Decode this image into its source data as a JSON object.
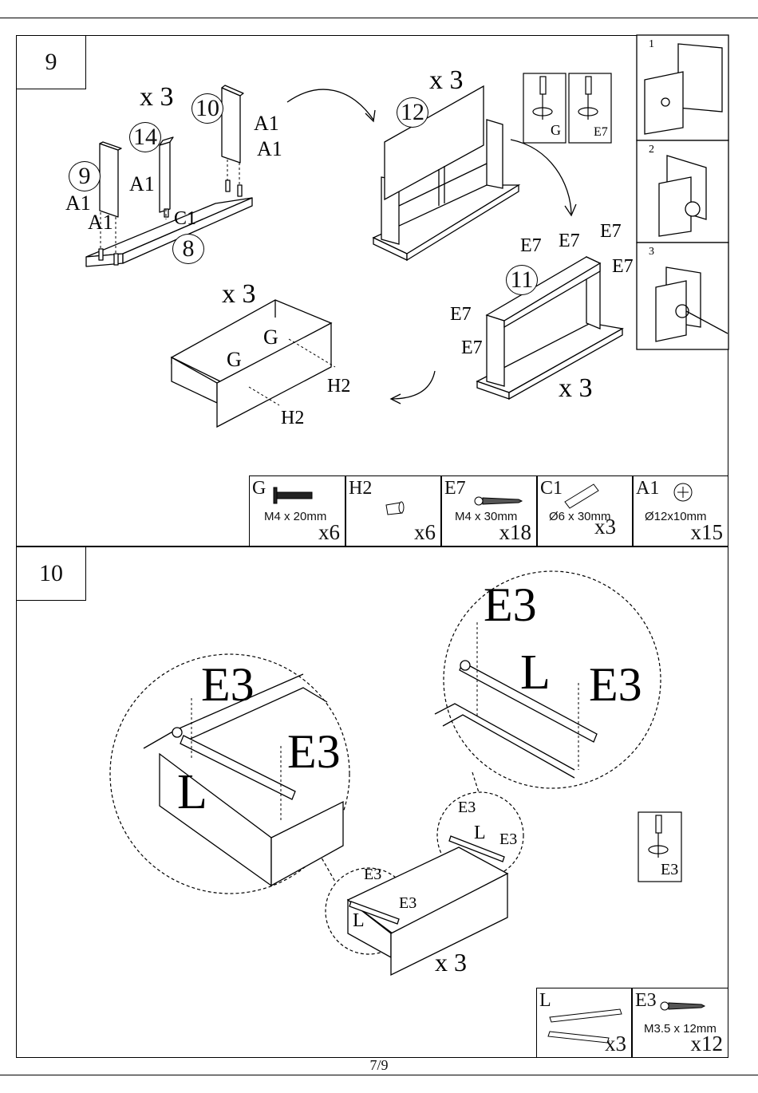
{
  "page_number": "7/9",
  "step9": {
    "number": "9",
    "groups": {
      "sides_multiplier": "x 3",
      "back_multiplier": "x 3",
      "frame_multiplier": "x 3",
      "drawer_multiplier": "x 3"
    },
    "part_callouts": {
      "p10": "10",
      "p14": "14",
      "p9": "9",
      "p8": "8",
      "p12": "12",
      "p11": "11"
    },
    "fitting_labels": {
      "a1_a": "A1",
      "a1_b": "A1",
      "a1_c": "A1",
      "a1_d": "A1",
      "a1_e": "A1",
      "c1": "C1",
      "e7_a": "E7",
      "e7_b": "E7",
      "e7_c": "E7",
      "e7_d": "E7",
      "e7_e": "E7",
      "e7_f": "E7",
      "g_a": "G",
      "g_b": "G",
      "h2_a": "H2",
      "h2_b": "H2"
    },
    "tool_labels": {
      "tool_g": "G",
      "tool_e7": "E7"
    },
    "detail_panels": {
      "d1": "1",
      "d2": "2",
      "d3": "3"
    },
    "hardware": [
      {
        "code": "G",
        "spec": "M4 x 20mm",
        "qty": "x6"
      },
      {
        "code": "H2",
        "spec": "",
        "qty": "x6"
      },
      {
        "code": "E7",
        "spec": "M4 x 30mm",
        "qty": "x18"
      },
      {
        "code": "C1",
        "spec": "Ø6 x 30mm",
        "qty": "x3"
      },
      {
        "code": "A1",
        "spec": "Ø12x10mm",
        "qty": "x15"
      }
    ]
  },
  "step10": {
    "number": "10",
    "multiplier": "x 3",
    "zoom_left": {
      "e3_a": "E3",
      "e3_b": "E3",
      "rail": "L"
    },
    "zoom_right": {
      "e3_a": "E3",
      "e3_b": "E3",
      "rail": "L"
    },
    "small_left": {
      "e3_a": "E3",
      "e3_b": "E3",
      "rail": "L"
    },
    "small_right": {
      "e3_a": "E3",
      "e3_b": "E3",
      "rail": "L"
    },
    "tool_label": "E3",
    "hardware": [
      {
        "code": "L",
        "spec": "",
        "qty": "x3"
      },
      {
        "code": "E3",
        "spec": "M3.5 x 12mm",
        "qty": "x12"
      }
    ]
  }
}
